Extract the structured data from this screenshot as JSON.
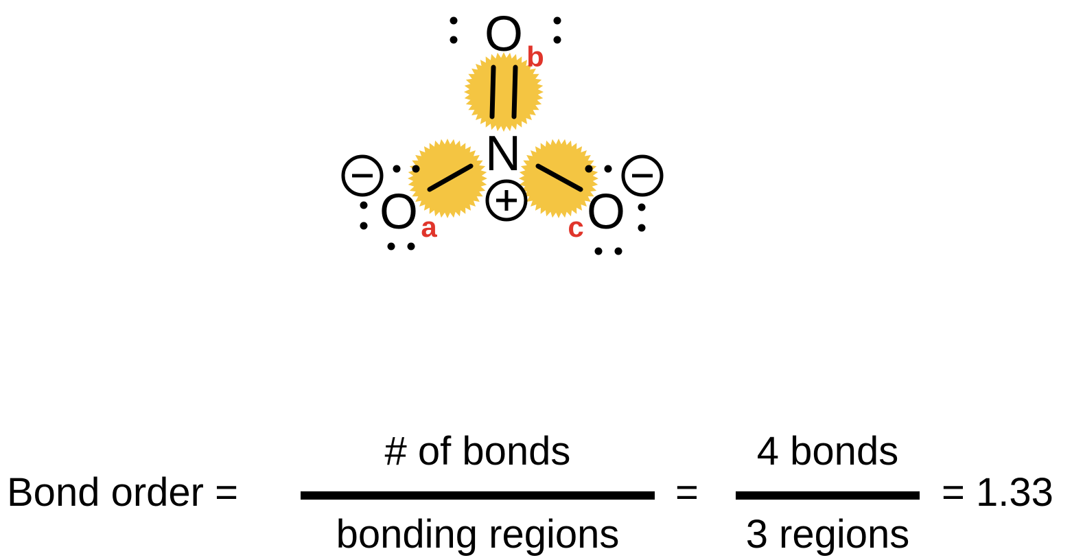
{
  "molecule": {
    "central_atom": "N",
    "oxygen_symbol": "O",
    "labels": {
      "a": "a",
      "b": "b",
      "c": "c"
    },
    "charges": {
      "plus": "+",
      "minus": "−"
    },
    "highlight_color": "#F4C542",
    "label_color": "#E0352B"
  },
  "equation": {
    "lhs": "Bond order =",
    "fraction1": {
      "numerator": "# of bonds",
      "denominator": "bonding regions"
    },
    "equals": "=",
    "fraction2": {
      "numerator": "4 bonds",
      "denominator": "3 regions"
    },
    "result": "= 1.33"
  }
}
